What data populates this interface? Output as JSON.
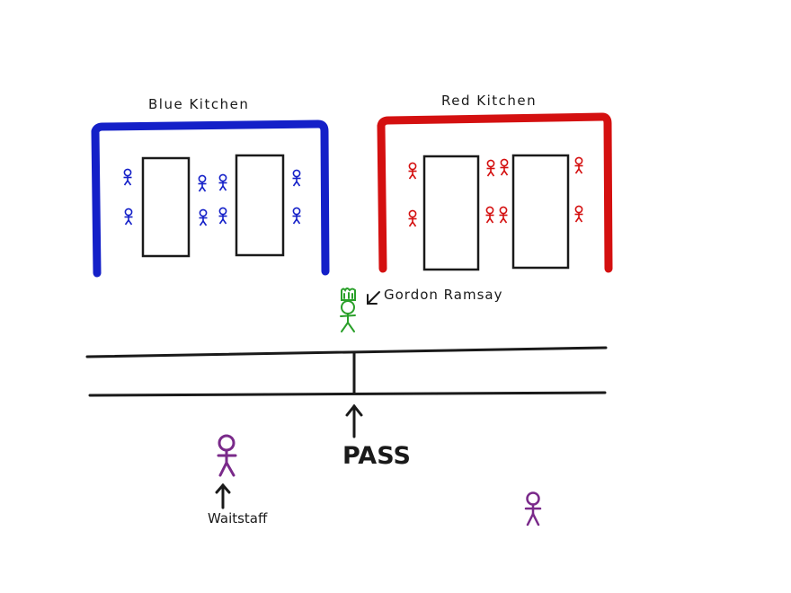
{
  "labels": {
    "blue_kitchen": "Blue Kitchen",
    "red_kitchen": "Red Kitchen",
    "chef": "Gordon Ramsay",
    "pass": "PASS",
    "waitstaff": "Waitstaff"
  },
  "colors": {
    "blue": "#1420c8",
    "red": "#d41010",
    "chef": "#2aa02a",
    "waitstaff": "#7a2a8a",
    "ink": "#1a1a1a"
  },
  "icons": {
    "cook": "stick-figure-icon",
    "chef": "chef-hat-figure-icon",
    "arrow": "arrow-icon"
  }
}
